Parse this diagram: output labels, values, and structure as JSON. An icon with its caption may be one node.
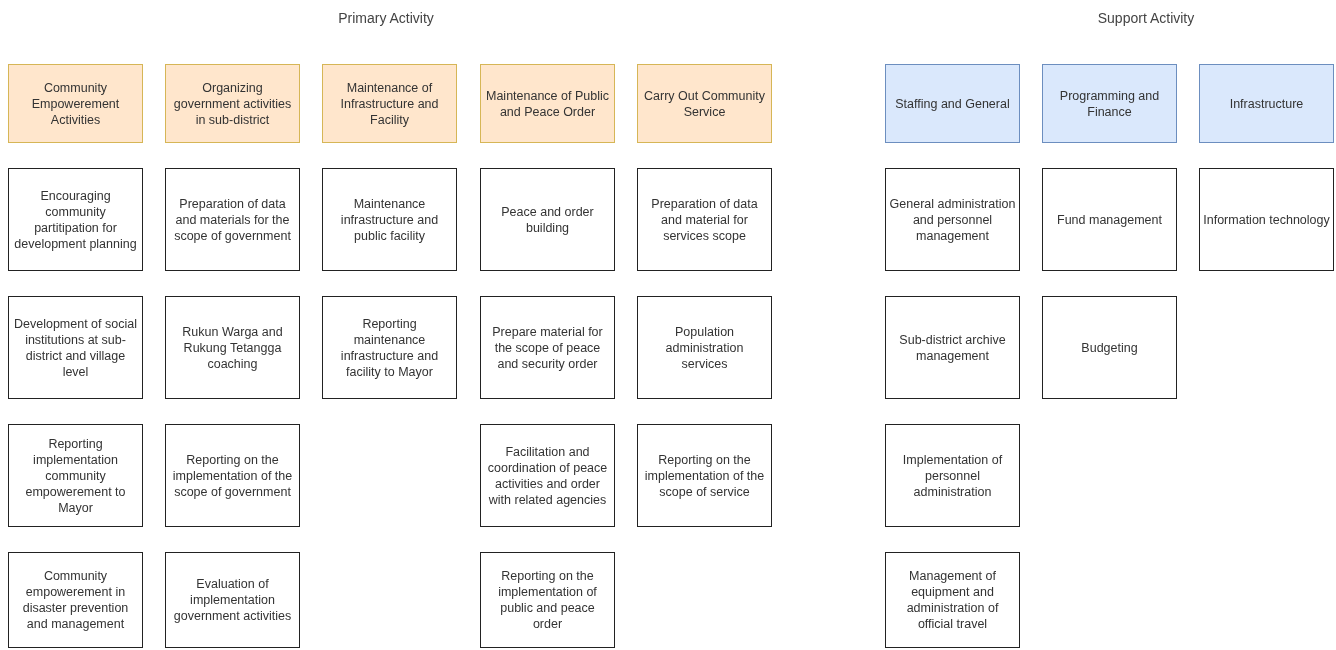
{
  "diagram": {
    "nodes": [
      {
        "text": [
          "Community Empowerement Activities"
        ]
      },
      {
        "text": [
          "Organizing government activities in sub-district"
        ]
      },
      {
        "text": [
          "Maintenance of Infrastructure and Facility"
        ]
      },
      {
        "text": [
          "Maintenance of Public and Peace Order"
        ]
      },
      {
        "text": [
          "Carry Out Community Service"
        ]
      },
      {
        "text": [
          "Staffing and General"
        ]
      },
      {
        "text": [
          "Programming and Finance"
        ]
      },
      {
        "text": [
          "Infrastructure"
        ]
      },
      {
        "text": [
          "Encouraging community partitipation for development planning"
        ]
      },
      {
        "text": [
          "Preparation of data and materials for the scope of government"
        ]
      },
      {
        "text": [
          "Maintenance infrastructure and public facility"
        ]
      },
      {
        "text": [
          "Peace and order building"
        ]
      },
      {
        "text": [
          "Preparation of data and material for services scope"
        ]
      },
      {
        "text": [
          "General administration and personnel management"
        ]
      },
      {
        "text": [
          "Fund management"
        ]
      },
      {
        "text": [
          "Information technology"
        ]
      },
      {
        "text": [
          "Development of social institutions at sub-district and village level"
        ]
      },
      {
        "text": [
          "Rukun Warga and Rukung Tetangga coaching"
        ]
      },
      {
        "text": [
          "Reporting maintenance infrastructure and facility to Mayor"
        ]
      },
      {
        "text": [
          "Prepare material for the scope of peace and security order"
        ]
      },
      {
        "text": [
          "Population administration services"
        ]
      },
      {
        "text": [
          "Sub-district archive management"
        ]
      },
      {
        "text": [
          "Budgeting"
        ]
      },
      {
        "text": [
          "Reporting implementation community empowerement to Mayor"
        ]
      },
      {
        "text": [
          "Reporting on the implementation of the scope of government"
        ]
      },
      {
        "text": [
          "Facilitation and coordination of peace activities and order with related agencies"
        ]
      },
      {
        "text": [
          "Reporting on the implementation of the scope of service"
        ]
      },
      {
        "text": [
          "Implementation of personnel administration"
        ]
      },
      {
        "text": [
          "Community empowerement in disaster prevention and management"
        ]
      },
      {
        "text": [
          "Evaluation of implementation government activities"
        ]
      },
      {
        "text": [
          "Reporting on the implementation of public and peace order"
        ]
      },
      {
        "text": [
          "Management of equipment and administration of official travel"
        ]
      }
    ],
    "edges": [],
    "labels": [
      "Primary Activity",
      "Support Activity"
    ]
  }
}
